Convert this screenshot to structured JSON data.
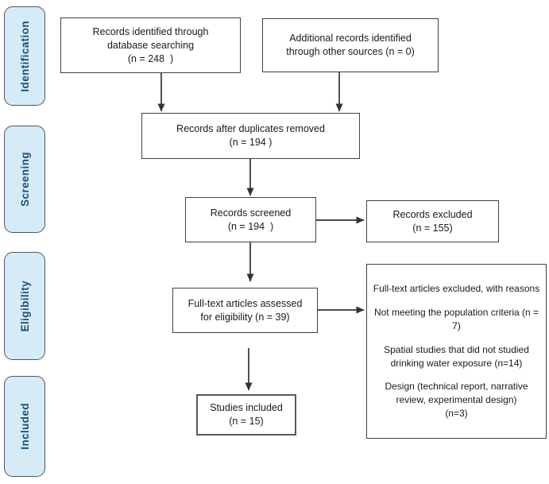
{
  "sidebar": {
    "items": [
      {
        "id": "identification",
        "label": "Identification"
      },
      {
        "id": "screening",
        "label": "Screening"
      },
      {
        "id": "eligibility",
        "label": "Eligibility"
      },
      {
        "id": "included",
        "label": "Included"
      }
    ]
  },
  "boxes": {
    "records_identified": {
      "text": "Records identified through\ndatabase searching\n(n = 248  )"
    },
    "additional_records": {
      "text": "Additional records identified\nthrough other sources (n = 0)"
    },
    "after_duplicates": {
      "text": "Records after duplicates removed\n(n = 194 )"
    },
    "records_screened": {
      "text": "Records screened\n(n = 194  )"
    },
    "records_excluded": {
      "text": "Records excluded\n(n = 155)"
    },
    "fulltext_assessed": {
      "text": "Full-text articles assessed\nfor eligibility (n = 39)"
    },
    "fulltext_excluded": {
      "paragraphs": [
        "Full-text articles excluded, with reasons",
        "Not meeting the population criteria (n = 7)",
        "Spatial studies that did not studied drinking water exposure (n=14)",
        "Design (technical report, narrative review, experimental design)\n(n=3)"
      ]
    },
    "studies_included": {
      "text": "Studies included\n(n = 15)"
    }
  },
  "colors": {
    "stage_fill": "#d6ebf8",
    "stage_border": "#50565c",
    "stage_text": "#1a4f75",
    "box_border": "#424242",
    "arrow": "#333333"
  }
}
